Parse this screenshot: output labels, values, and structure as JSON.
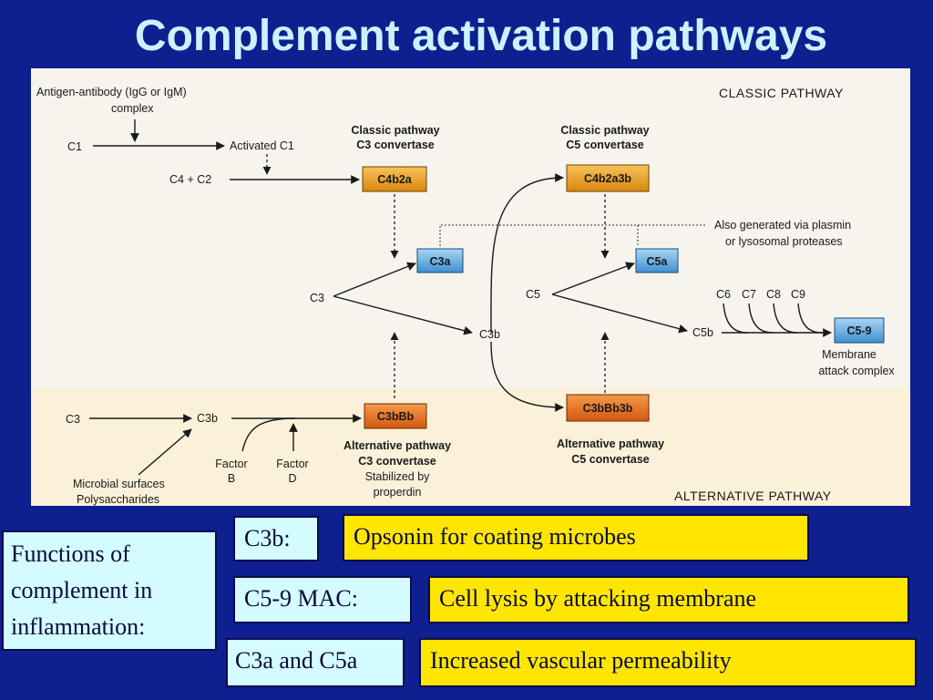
{
  "title": "Complement activation pathways",
  "diagram": {
    "classic_header": "CLASSIC PATHWAY",
    "alternative_header": "ALTERNATIVE PATHWAY",
    "antigen_line1": "Antigen-antibody (IgG or IgM)",
    "antigen_line2": "complex",
    "c1": "C1",
    "activated_c1": "Activated C1",
    "c4_c2": "C4 + C2",
    "classic_c3_conv_line1": "Classic pathway",
    "classic_c3_conv_line2": "C3 convertase",
    "c4b2a": "C4b2a",
    "classic_c5_conv_line1": "Classic pathway",
    "classic_c5_conv_line2": "C5 convertase",
    "c4b2a3b": "C4b2a3b",
    "also_line1": "Also generated via plasmin",
    "also_line2": "or lysosomal proteases",
    "c3a": "C3a",
    "c5a": "C5a",
    "c3_mid": "C3",
    "c5_mid": "C5",
    "c3b_mid": "C3b",
    "c6": "C6",
    "c7": "C7",
    "c8": "C8",
    "c9": "C9",
    "c5b": "C5b",
    "c5_9": "C5-9",
    "mac_line1": "Membrane",
    "mac_line2": "attack complex",
    "c3_alt": "C3",
    "c3b_alt": "C3b",
    "c3bbb": "C3bBb",
    "c3bbb3b": "C3bBb3b",
    "factor_b_line1": "Factor",
    "factor_b_line2": "B",
    "factor_d_line1": "Factor",
    "factor_d_line2": "D",
    "alt_c3_conv_line1": "Alternative pathway",
    "alt_c3_conv_line2": "C3 convertase",
    "stabilized_line1": "Stabilized by",
    "stabilized_line2": "properdin",
    "alt_c5_conv_line1": "Alternative pathway",
    "alt_c5_conv_line2": "C5 convertase",
    "microbial_line1": "Microbial surfaces",
    "microbial_line2": "Polysaccharides"
  },
  "functions": {
    "line1": "Functions of",
    "line2": "complement in",
    "line3": "inflammation:"
  },
  "rows": [
    {
      "label": "C3b:",
      "value": "Opsonin for coating microbes"
    },
    {
      "label": "C5-9 MAC:",
      "value": "Cell lysis by attacking membrane"
    },
    {
      "label": "C3a and C5a",
      "value": "Increased vascular permeability"
    }
  ],
  "colors": {
    "background": "#0e1f8f",
    "title": "#c9f3ff",
    "convertase_box": "#f0a21e",
    "alt_convertase_box": "#e8741c",
    "anaphylatoxin_box": "#4a9ed8",
    "label_box": "#d4fbff",
    "value_box": "#ffe600"
  }
}
